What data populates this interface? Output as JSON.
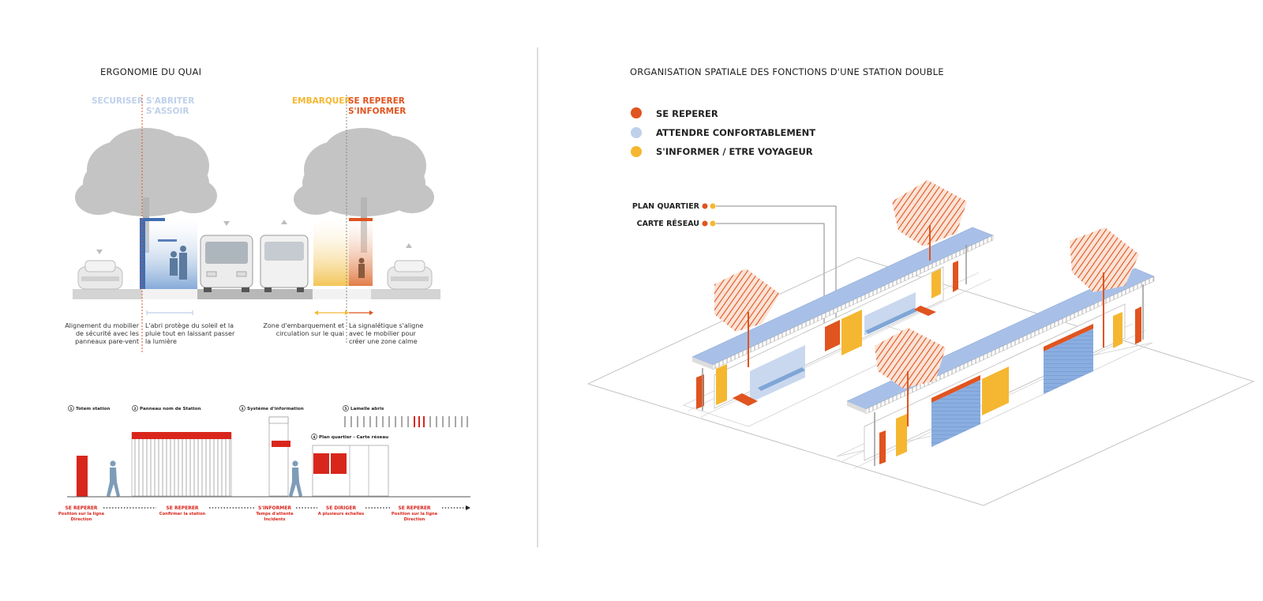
{
  "colors": {
    "blue_light": "#bfd0ea",
    "blue": "#7fa6d6",
    "orange": "#e0541f",
    "yellow": "#f5b731",
    "red": "#d9261c",
    "grey": "#c9c9c9"
  },
  "left": {
    "title": "ERGONOMIE DU QUAI",
    "labels": {
      "securiser": "SECURISER",
      "sabriter_1": "S'ABRITER",
      "sabriter_2": "S'ASSOIR",
      "embarquer": "EMBARQUER",
      "reperer_1": "SE REPERER",
      "reperer_2": "S'INFORMER"
    },
    "captions": {
      "c1": [
        "Alignement du mobilier",
        "de sécurité avec les",
        "panneaux pare-vent"
      ],
      "c2": [
        "L'abri protège du soleil et la",
        "pluie tout en laissant passer",
        "la lumière"
      ],
      "c3": [
        "Zone d'embarquement et",
        "circulation sur le quai"
      ],
      "c4": [
        "La signalétique s'aligne",
        "avec le mobilier pour",
        "créer une zone calme"
      ]
    },
    "components": {
      "n1": "1",
      "totem": "Totem station",
      "n2": "2",
      "panneau": "Panneau nom de Station",
      "n3": "3",
      "systeme": "Système d'information",
      "n4": "4",
      "plan": "Plan quartier - Carte réseau",
      "n5": "5",
      "lamelle": "Lamelle abris"
    },
    "functions": [
      {
        "title": "SE REPERER",
        "l1": "Position sur la ligne",
        "l2": "Direction"
      },
      {
        "title": "SE REPERER",
        "l1": "Confirmer la station",
        "l2": ""
      },
      {
        "title": "S'INFORMER",
        "l1": "Temps d'attente",
        "l2": "Incidents"
      },
      {
        "title": "SE DIRIGER",
        "l1": "A plusieurs échelles",
        "l2": ""
      },
      {
        "title": "SE REPERER",
        "l1": "Position sur la ligne",
        "l2": "Direction"
      }
    ]
  },
  "right": {
    "title": "ORGANISATION SPATIALE DES FONCTIONS D'UNE STATION DOUBLE",
    "legend": [
      {
        "label": "SE REPERER",
        "color": "#e0541f"
      },
      {
        "label": "ATTENDRE CONFORTABLEMENT",
        "color": "#bfd0ea"
      },
      {
        "label": "S'INFORMER / ETRE VOYAGEUR",
        "color": "#f5b731"
      }
    ],
    "callouts": {
      "plan": "PLAN QUARTIER",
      "carte": "CARTE RÉSEAU"
    }
  }
}
